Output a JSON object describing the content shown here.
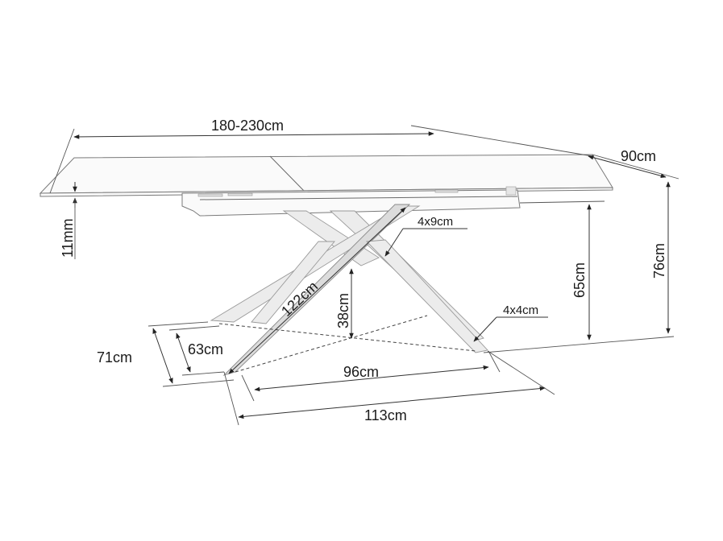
{
  "diagram": {
    "subject": "Extendable dining table with crossed X-shaped legs – dimension drawing",
    "labels": {
      "length": "180-230cm",
      "width": "90cm",
      "top_thickness": "11mm",
      "total_height": "76cm",
      "frame_clearance_height": "65cm",
      "leg_section_upper": "4x9cm",
      "leg_section_foot": "4x4cm",
      "leg_length": "122cm",
      "leg_cross_height": "38cm",
      "base_depth_outer": "71cm",
      "base_depth_inner": "63cm",
      "base_length_inner": "96cm",
      "base_length_outer": "113cm"
    },
    "colors": {
      "line": "#333333",
      "surface": "#fafafa",
      "leg_fill": "#ececec",
      "text": "#1a1a1a"
    }
  }
}
